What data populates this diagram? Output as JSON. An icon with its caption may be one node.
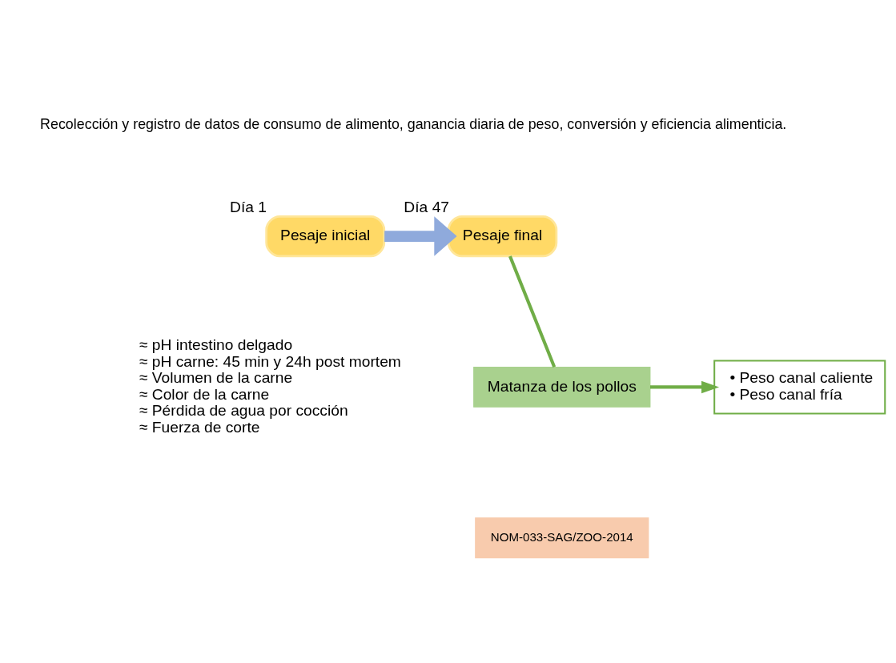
{
  "diagram": {
    "nodes": [
      {
        "text": [
          "Pesaje inicial"
        ],
        "beside": [
          "Día 1"
        ]
      },
      {
        "text": [
          "Pesaje final"
        ],
        "beside": [
          "Día 47"
        ]
      },
      {
        "text": [
          "Matanza de los pollos"
        ]
      },
      {
        "text": [
          "• Peso canal caliente",
          "• Peso canal fría"
        ]
      },
      {
        "text": [
          "NOM-033-SAG/ZOO-2014"
        ]
      }
    ],
    "edges": [
      {
        "from": 0,
        "to": 1,
        "arrow": "to",
        "style": "thick",
        "color": "#8faadc"
      },
      {
        "from": 1,
        "to": 2,
        "arrow": "none"
      },
      {
        "from": 2,
        "to": 3,
        "arrow": "to"
      }
    ],
    "labels": [
      "Recolección y registro de datos de consumo de alimento, ganancia diaria de peso, conversión y eficiencia alimenticia.",
      "≈ pH intestino delgado",
      "≈ pH carne: 45 min y 24h post mortem",
      "≈ Volumen de la carne",
      "≈ Color de la carne",
      "≈ Pérdida de agua por cocción",
      "≈ Fuerza de corte"
    ]
  }
}
